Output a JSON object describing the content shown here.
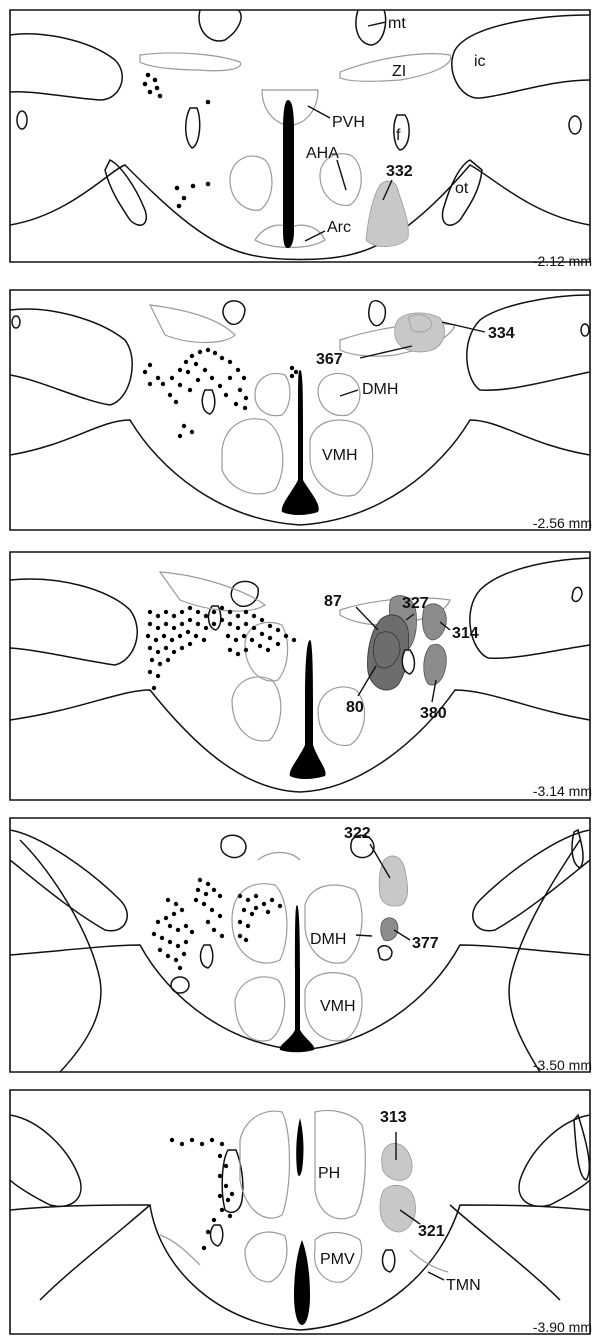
{
  "sections": [
    {
      "level": "-2.12 mm",
      "labels": {
        "mt": "mt",
        "ic": "ic",
        "zi": "ZI",
        "pvh": "PVH",
        "f": "f",
        "aha": "AHA",
        "ot": "ot",
        "arc": "Arc"
      },
      "lesions": [
        {
          "id": "332",
          "shade": "light"
        }
      ]
    },
    {
      "level": "-2.56 mm",
      "labels": {
        "dmh": "DMH",
        "vmh": "VMH"
      },
      "lesions": [
        {
          "id": "334",
          "shade": "light"
        },
        {
          "id": "367",
          "shade": "light"
        }
      ]
    },
    {
      "level": "-3.14 mm",
      "labels": {},
      "lesions": [
        {
          "id": "327",
          "shade": "mid"
        },
        {
          "id": "87",
          "shade": "dark"
        },
        {
          "id": "314",
          "shade": "mid"
        },
        {
          "id": "80",
          "shade": "dark"
        },
        {
          "id": "380",
          "shade": "mid"
        }
      ]
    },
    {
      "level": "-3.50 mm",
      "labels": {
        "dmh": "DMH",
        "vmh": "VMH"
      },
      "lesions": [
        {
          "id": "322",
          "shade": "light"
        },
        {
          "id": "377",
          "shade": "mid"
        }
      ]
    },
    {
      "level": "-3.90 mm",
      "labels": {
        "ph": "PH",
        "pmv": "PMV",
        "tmn": "TMN"
      },
      "lesions": [
        {
          "id": "313",
          "shade": "light"
        },
        {
          "id": "321",
          "shade": "light"
        }
      ]
    }
  ]
}
